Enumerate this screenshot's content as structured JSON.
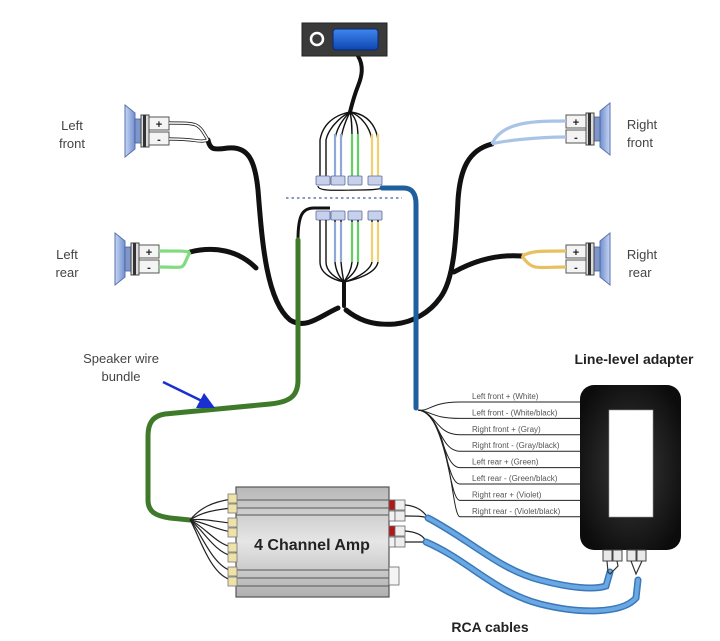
{
  "diagram": {
    "title": "4 channel amplifier wiring with line-level adapter",
    "labels": {
      "left_front": [
        "Left",
        "front"
      ],
      "left_rear": [
        "Left",
        "rear"
      ],
      "right_front": [
        "Right",
        "front"
      ],
      "right_rear": [
        "Right",
        "rear"
      ],
      "speaker_wire_bundle": [
        "Speaker wire",
        "bundle"
      ],
      "line_level_adapter": "Line-level adapter",
      "amp": "4 Channel Amp",
      "rca_cables": "RCA cables"
    },
    "terminal_symbols": {
      "positive": "+",
      "negative": "-"
    },
    "adapter_inputs": [
      "Left front + (White)",
      "Left front - (White/black)",
      "Right front + (Gray)",
      "Right front - (Gray/black)",
      "Left rear + (Green)",
      "Left rear - (Green/black)",
      "Right rear + (Violet)",
      "Right rear - (Violet/black)"
    ],
    "colors": {
      "speaker_cable": "#111111",
      "amp_bundle": "#3f7a2a",
      "remote_wire": "#1f5f9e",
      "rca_cable": "#5a9ad8",
      "rca_cable_outline": "#3a78b8",
      "speaker_body": "#8ea8dc",
      "left_front_wire": "#ffffff",
      "right_front_wire": "#aac4e8",
      "left_rear_wire": "#7fdc7f",
      "right_rear_wire": "#e8c060",
      "arrow": "#1a2fd0",
      "switch_button": "#1c5fd8",
      "rca_red": "#b01818",
      "amp_body": "#c8c8c8"
    }
  }
}
